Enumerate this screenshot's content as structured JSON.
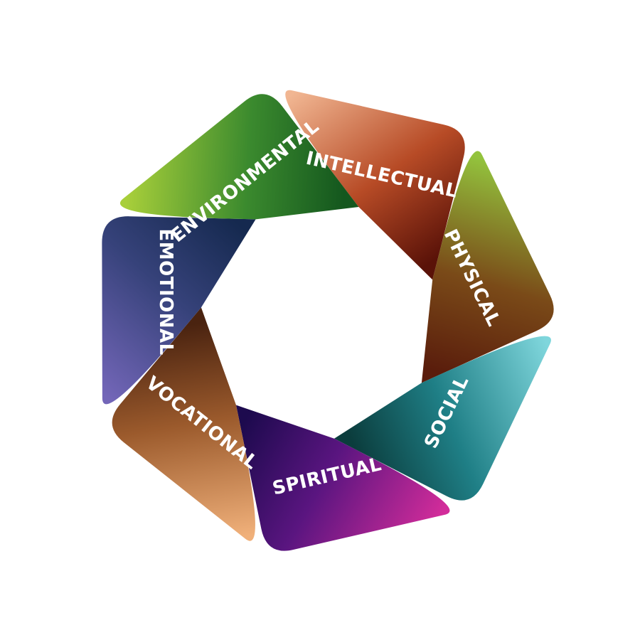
{
  "diagram": {
    "segments": [
      {
        "id": "intellectual",
        "label": "INTELLECTUAL",
        "color_outer": "#f1b692",
        "color_inner": "#b74b26",
        "color_deep": "#5a1208"
      },
      {
        "id": "physical",
        "label": "PHYSICAL",
        "color_outer": "#93c33d",
        "color_inner": "#7a4a18",
        "color_deep": "#5a1d0c"
      },
      {
        "id": "social",
        "label": "SOCIAL",
        "color_outer": "#7fd6dc",
        "color_inner": "#1f7f86",
        "color_deep": "#0b3d3d"
      },
      {
        "id": "spiritual",
        "label": "SPIRITUAL",
        "color_outer": "#d22c9a",
        "color_inner": "#5a1580",
        "color_deep": "#1d0a4e"
      },
      {
        "id": "vocational",
        "label": "VOCATIONAL",
        "color_outer": "#f0b07a",
        "color_inner": "#9b5a2c",
        "color_deep": "#4a2310"
      },
      {
        "id": "emotional",
        "label": "EMOTIONAL",
        "color_outer": "#7366b8",
        "color_inner": "#36427a",
        "color_deep": "#15294f"
      },
      {
        "id": "environmental",
        "label": "ENVIRONMENTAL",
        "color_outer": "#a8cf3a",
        "color_inner": "#3b8a2e",
        "color_deep": "#14571e"
      }
    ]
  }
}
